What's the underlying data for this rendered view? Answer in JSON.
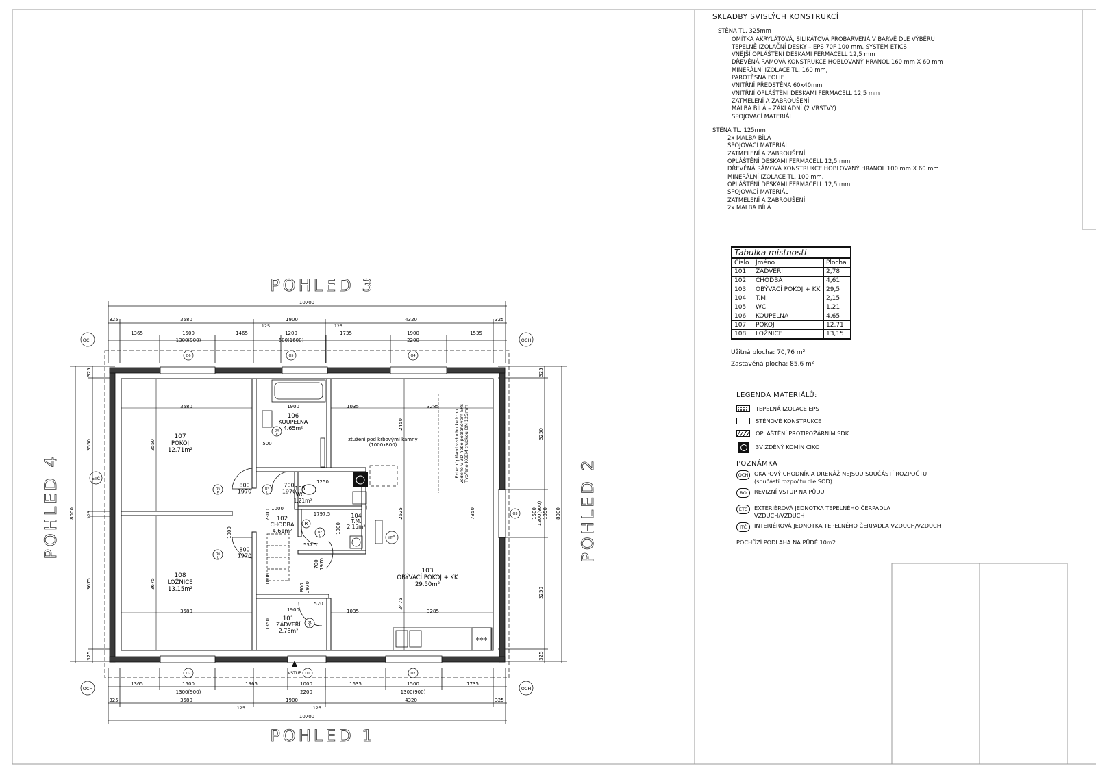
{
  "views": {
    "top": "POHLED 3",
    "right": "POHLED 2",
    "bottom": "POHLED 1",
    "left": "POHLED 4"
  },
  "rooms": [
    {
      "num": "107",
      "name": "POKOJ",
      "area": "12.71m²"
    },
    {
      "num": "106",
      "name": "KOUPELNA",
      "area": "4.65m²"
    },
    {
      "num": "105",
      "name": "WC",
      "area": "1.21m²"
    },
    {
      "num": "104",
      "name": "T.M.",
      "area": "2.15m²"
    },
    {
      "num": "102",
      "name": "CHODBA",
      "area": "4.61m²"
    },
    {
      "num": "108",
      "name": "LOŽNICE",
      "area": "13.15m²"
    },
    {
      "num": "103",
      "name": "OBÝVACÍ POKOJ + KK",
      "area": "29.50m²"
    },
    {
      "num": "101",
      "name": "ZÁDVEŘÍ",
      "area": "2.78m²"
    }
  ],
  "dimensions": {
    "overall_width": "10700",
    "overall_height": "8000",
    "top_row1": [
      "325",
      "3580",
      "1900",
      "4320",
      "325"
    ],
    "top_row2": [
      "1365",
      "1500",
      "1465",
      "1200",
      "1735",
      "1900",
      "1535"
    ],
    "top_row2_sub": [
      "1300(900)",
      "600(1600)",
      "2200"
    ],
    "top_small": [
      "125",
      "125"
    ],
    "bottom_row1": [
      "1365",
      "1500",
      "1965",
      "1000",
      "1635",
      "1500",
      "1735"
    ],
    "bottom_row1_sub": [
      "1300(900)",
      "2200",
      "1300(900)"
    ],
    "bottom_row2": [
      "325",
      "3580",
      "1900",
      "4320",
      "325"
    ],
    "bottom_small": [
      "125",
      "125"
    ],
    "left": [
      "325",
      "3550",
      "125",
      "3675",
      "325"
    ],
    "right": [
      "325",
      "3250",
      "1500",
      "3250",
      "325"
    ],
    "right_sub": [
      "1300(900)",
      "1350"
    ],
    "right_total": "7350",
    "interior": [
      "3580",
      "3550",
      "1900",
      "1035",
      "3285",
      "2450",
      "3675",
      "3580",
      "1900",
      "1035",
      "3285",
      "2475",
      "2625",
      "1350",
      "2300",
      "1000",
      "1000",
      "1250",
      "1797.5",
      "537.5",
      "520",
      "500",
      "1000",
      "1000"
    ],
    "doors": [
      "800\n1970",
      "700\n1970",
      "800\n1970",
      "700\n1970",
      "800\n1970"
    ]
  },
  "door_tags": [
    "D5\nP",
    "D3\nL",
    "D4\nP",
    "D6\nL",
    "D2\nL",
    "D1\nP"
  ],
  "window_tags": [
    "O6",
    "O5",
    "O4",
    "O3",
    "O7",
    "O2",
    "O1"
  ],
  "plan_notes": {
    "fireplace": "ztužení pod krbovými kamny\n(1000x800)",
    "air_supply": "Externí přívod vzduchu ke krbu\nvedeno v ZD nebo podlahovém EPS\nTvořeno KGEM trubkou DN 125mm",
    "entrance": "VSTUP",
    "och": "OCH",
    "etc": "ETČ",
    "itc": "ITČ",
    "revision": "R"
  },
  "spec": {
    "heading": "SKLADBY SVISLÝCH KONSTRUKCÍ",
    "wall1": {
      "title": "STĚNA TL. 325mm",
      "layers": [
        "OMÍTKA AKRYLÁTOVÁ, SILIKÁTOVÁ PROBARVENÁ V BARVĚ DLE VÝBĚRU",
        "TEPELNĚ IZOLAČNÍ DESKY – EPS 70F 100 mm, SYSTÉM ETICS",
        "VNĚJŠÍ OPLÁŠTĚNÍ DESKAMI FERMACELL 12,5 mm",
        "DŘEVĚNÁ RÁMOVÁ KONSTRUKCE HOBLOVANÝ HRANOL 160 mm X 60 mm",
        "MINERÁLNÍ IZOLACE TL. 160 mm,",
        "PAROTĚSNÁ FOLIE",
        "VNITŘNÍ PŘEDSTĚNA 60x40mm",
        "VNITŘNÍ OPLÁŠTĚNÍ DESKAMI FERMACELL 12,5 mm",
        "ZATMELENÍ A ZABROUŠENÍ",
        "MALBA BÍLÁ – ZÁKLADNÍ (2 VRSTVY)",
        "SPOJOVACÍ MATERIÁL"
      ]
    },
    "wall2": {
      "title": "STĚNA TL. 125mm",
      "layers": [
        "2x MALBA BÍLÁ",
        "SPOJOVACÍ MATERIÁL",
        "ZATMELENÍ A ZABROUŠENÍ",
        "OPLÁŠTĚNÍ DESKAMI FERMACELL 12,5 mm",
        "DŘEVĚNÁ RÁMOVÁ KONSTRUKCE HOBLOVANÝ HRANOL 100 mm X 60 mm",
        "MINERÁLNÍ IZOLACE TL. 100 mm,",
        "OPLÁŠTĚNÍ DESKAMI FERMACELL 12,5 mm",
        "SPOJOVACÍ MATERIÁL",
        "ZATMELENÍ A ZABROUŠENÍ",
        "2x MALBA BÍLÁ"
      ]
    }
  },
  "room_table": {
    "title": "Tabulka místností",
    "headers": [
      "Číslo",
      "Jméno",
      "Plocha"
    ],
    "rows": [
      [
        "101",
        "ZÁDVEŘÍ",
        "2,78"
      ],
      [
        "102",
        "CHODBA",
        "4,61"
      ],
      [
        "103",
        "OBÝVACÍ POKOJ + KK",
        "29,5"
      ],
      [
        "104",
        "T.M.",
        "2,15"
      ],
      [
        "105",
        "WC",
        "1,21"
      ],
      [
        "106",
        "KOUPELNA",
        "4,65"
      ],
      [
        "107",
        "POKOJ",
        "12,71"
      ],
      [
        "108",
        "LOŽNICE",
        "13,15"
      ]
    ],
    "usable_area": "Užitná plocha: 70,76 m²",
    "built_area": "Zastavěná plocha: 85,6 m²"
  },
  "legend": {
    "title": "LEGENDA MATERIÁLŮ:",
    "items": [
      "TEPELNÁ IZOLACE EPS",
      "STĚNOVÉ KONSTRUKCE",
      "OPLÁŠTĚNÍ PROTIPOŽÁRNÍM SDK",
      "3V ZDĚNÝ KOMÍN CIKO"
    ]
  },
  "notes": {
    "title": "POZNÁMKA",
    "items": [
      {
        "badge": "OCH",
        "text": "OKAPOVÝ CHODNÍK A DRENÁŽ NEJSOU SOUČÁSTÍ ROZPOČTU (součástí rozpočtu dle SOD)"
      },
      {
        "badge": "RO",
        "text": "REVIZNÍ VSTUP NA PŮDU"
      },
      {
        "badge": "ETČ",
        "text": "EXTERIÉROVÁ JEDNOTKA TEPELNÉHO ČERPADLA VZDUCH/VZDUCH"
      },
      {
        "badge": "ITČ",
        "text": "INTERIÉROVÁ JEDNOTKA TEPELNÉHO ČERPADLA VZDUCH/VZDUCH"
      }
    ],
    "footer": "POCHŮZÍ PODLAHA NA PŮDĚ 10m2"
  },
  "colors": {
    "line": "#111111",
    "wall_fill": "#3a3a3a",
    "paper": "#ffffff"
  }
}
